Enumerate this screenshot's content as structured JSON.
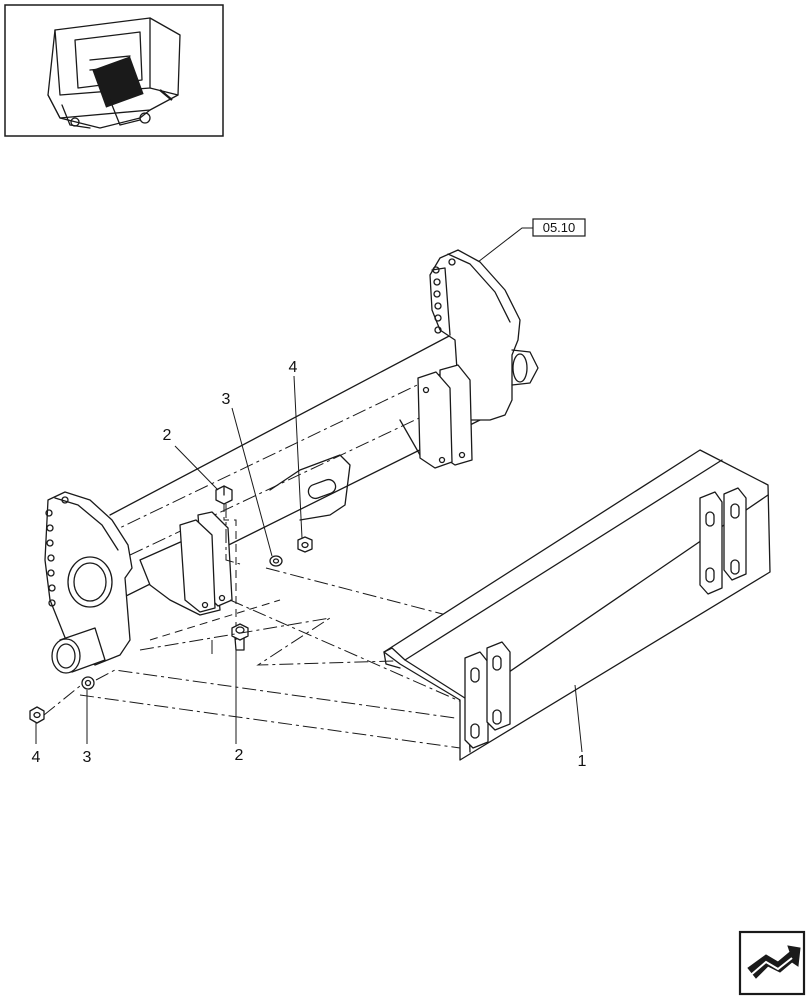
{
  "callouts": {
    "part_1": "1",
    "part_2_upper": "2",
    "part_2_lower": "2",
    "part_3_upper": "3",
    "part_3_lower": "3",
    "part_4_upper": "4",
    "part_4_lower": "4"
  },
  "reference_label": "05.10",
  "nav_icon": "next-page-arrow-icon",
  "thumbnail_icon": "baler-assembly-thumbnail"
}
